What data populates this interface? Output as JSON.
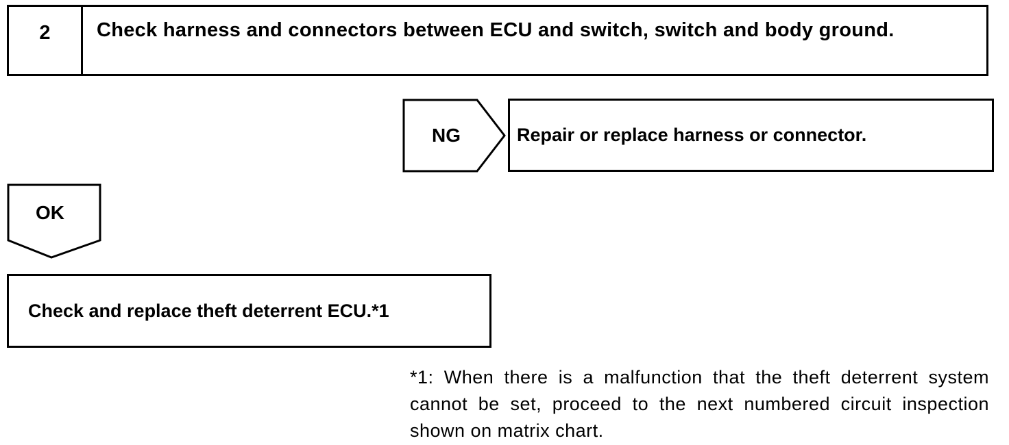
{
  "step": {
    "number": "2",
    "title": "Check harness and connectors between ECU and switch, switch and body ground."
  },
  "ng_branch": {
    "label": "NG",
    "action": "Repair or replace harness or connector."
  },
  "ok_branch": {
    "label": "OK",
    "action": "Check and replace theft deterrent ECU.*1"
  },
  "footnote": "*1: When there is a malfunction that the theft deterrent system cannot be set, proceed to the next numbered circuit inspection shown on matrix chart."
}
